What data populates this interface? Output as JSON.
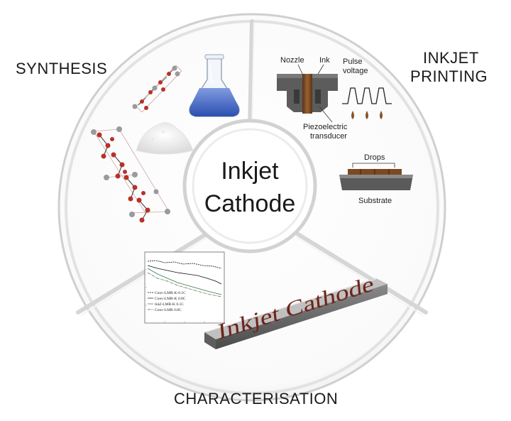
{
  "sections": {
    "synthesis": "SYNTHESIS",
    "inkjet_line1": "INKJET",
    "inkjet_line2": "PRINTING",
    "characterisation": "CHARACTERISATION"
  },
  "center": {
    "line1": "Inkjet",
    "line2": "Cathode"
  },
  "printhead": {
    "nozzle": "Nozzle",
    "ink": "Ink",
    "pulse_line1": "Pulse",
    "pulse_line2": "voltage",
    "piezo_line1": "Piezoelectric",
    "piezo_line2": "transducer"
  },
  "substrate": {
    "drops": "Drops",
    "substrate": "Substrate"
  },
  "plot_legend": [
    "Conv-LMR-K-0.1C",
    "Conv-LMR-K 0.8C",
    "InkJ-LMR-K 0.1C",
    "Conv-LMR 0.8C"
  ],
  "strip_text": "Inkjet Cathode",
  "colors": {
    "ring": "#d9d9d9",
    "flask_liquid": "#3f66c9",
    "ink": "#7a4a22",
    "printhead": "#555555",
    "atom_red": "#b8312a",
    "atom_grey": "#9a9a9a",
    "strip_text": "#6e2418"
  }
}
